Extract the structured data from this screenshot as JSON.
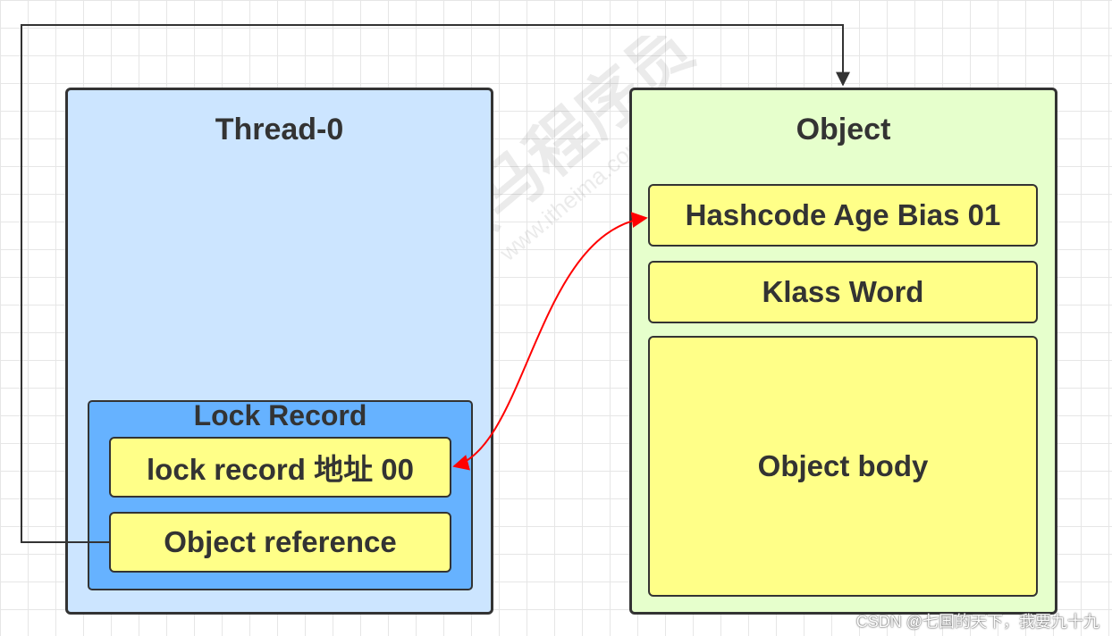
{
  "thread": {
    "title": "Thread-0",
    "lock_record": {
      "title": "Lock Record",
      "address_cell": "lock  record 地址 00",
      "reference_cell": "Object reference"
    }
  },
  "object": {
    "title": "Object",
    "header_cell": "Hashcode Age Bias 01",
    "klass_cell": "Klass Word",
    "body_cell": "Object body"
  },
  "watermark": {
    "brand_text": "黑马程序员",
    "url_text": "www.itheima.com"
  },
  "credit": "CSDN @七国的天下，我要九十九",
  "colors": {
    "thread_fill": "#cce5ff",
    "lock_record_fill": "#66b2ff",
    "object_fill": "#e6ffcc",
    "cell_fill": "#ffff88",
    "border": "#333333",
    "swap_arrow": "#ff0000",
    "reference_line": "#333333"
  }
}
